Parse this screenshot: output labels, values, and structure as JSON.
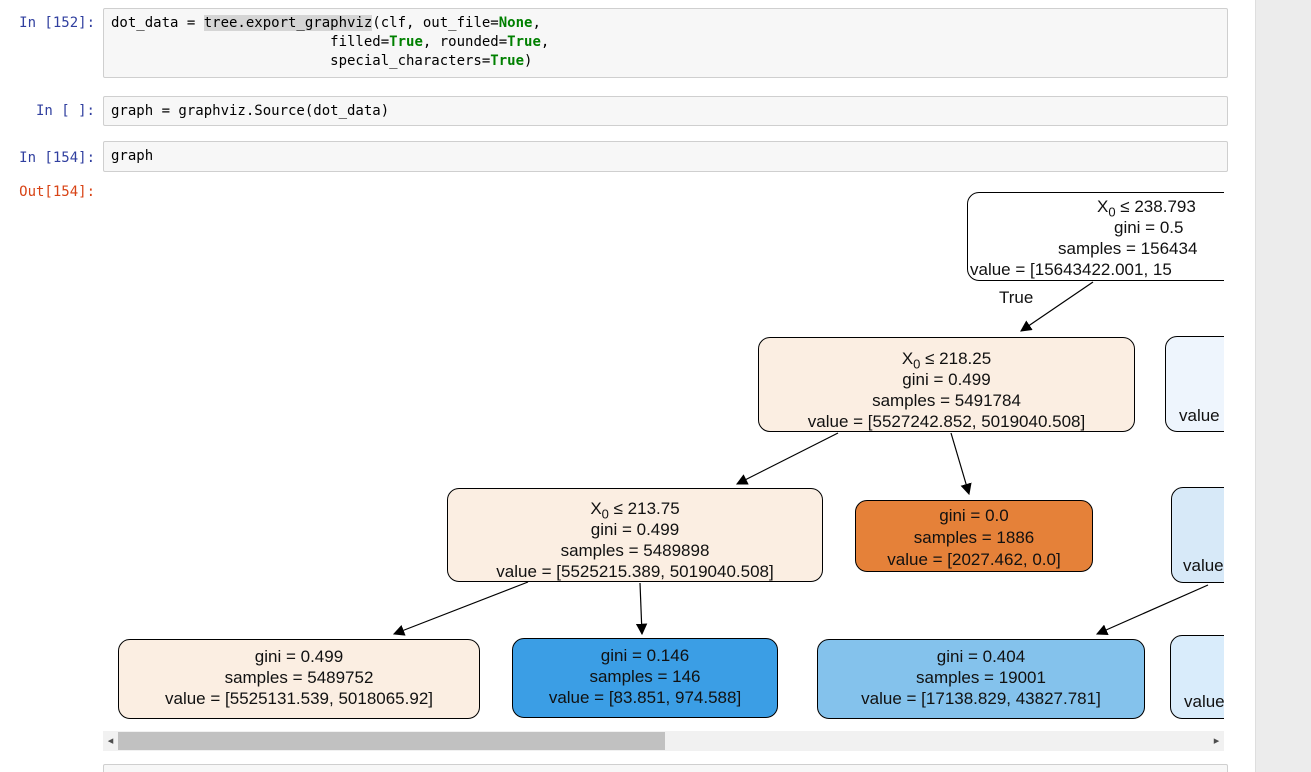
{
  "cells": [
    {
      "prompt": "In [152]:",
      "lines": [
        [
          {
            "t": "dot_data = "
          },
          {
            "t": "tree.export_graphviz",
            "s": "hl"
          },
          {
            "t": "(clf, out_file="
          },
          {
            "t": "None",
            "s": "kw"
          },
          {
            "t": ","
          }
        ],
        [
          {
            "t": "                          filled="
          },
          {
            "t": "True",
            "s": "kw"
          },
          {
            "t": ", rounded="
          },
          {
            "t": "True",
            "s": "kw"
          },
          {
            "t": ","
          }
        ],
        [
          {
            "t": "                          special_characters="
          },
          {
            "t": "True",
            "s": "kw"
          },
          {
            "t": ")"
          }
        ]
      ]
    },
    {
      "prompt": "In [ ]:",
      "lines": [
        [
          {
            "t": "graph = graphviz.Source(dot_data)"
          }
        ]
      ]
    },
    {
      "prompt": "In [154]:",
      "lines": [
        [
          {
            "t": "graph"
          }
        ]
      ]
    }
  ],
  "out_prompt": "Out[154]:",
  "colors": {
    "leaf_orange": "#e58139",
    "node_blue": "#3b9ee5",
    "node_blue_light": "#84c2ec",
    "node_peach": "#fbeee2",
    "node_blue_pale": "#eef5fd",
    "node_blue_soft": "#d7e9f8",
    "node_blue_softer": "#d9ecfb",
    "prompt_in": "#303f9f",
    "prompt_out": "#d84315",
    "keyword_green": "#008000"
  },
  "tree": {
    "true_label": "True",
    "nodes": {
      "root": {
        "fill": "#ffffff",
        "line1_x": "X",
        "line1_sub": "0",
        "line1_rest": " ≤ 238.793",
        "line2": "gini = 0.5",
        "line3": "samples = 156434",
        "line4": "value = [15643422.001, 15"
      },
      "l2": {
        "fill": "#fbeee2",
        "line1_x": "X",
        "line1_sub": "0",
        "line1_rest": " ≤ 218.25",
        "line2": "gini = 0.499",
        "line3": "samples = 5491784",
        "line4": "value = [5527242.852, 5019040.508]"
      },
      "l2r": {
        "fill": "#eef5fd",
        "line_value": "value"
      },
      "l3": {
        "fill": "#fbeee2",
        "line1_x": "X",
        "line1_sub": "0",
        "line1_rest": " ≤ 213.75",
        "line2": "gini = 0.499",
        "line3": "samples = 5489898",
        "line4": "value = [5525215.389, 5019040.508]"
      },
      "leaf_orange": {
        "fill": "#e58139",
        "line1": "gini = 0.0",
        "line2": "samples = 1886",
        "line3": "value = [2027.462, 0.0]"
      },
      "l3r": {
        "fill": "#d7e9f8",
        "line_value": "value"
      },
      "b1": {
        "fill": "#fbeee2",
        "line1": "gini = 0.499",
        "line2": "samples = 5489752",
        "line3": "value = [5525131.539, 5018065.92]"
      },
      "b2": {
        "fill": "#3b9ee5",
        "line1": "gini = 0.146",
        "line2": "samples = 146",
        "line3": "value = [83.851, 974.588]"
      },
      "b3": {
        "fill": "#84c2ec",
        "line1": "gini = 0.404",
        "line2": "samples = 19001",
        "line3": "value = [17138.829, 43827.781]"
      },
      "b4": {
        "fill": "#d9ecfb",
        "line_value": "value"
      }
    }
  },
  "scrollbar": {
    "left_icon": "◂",
    "right_icon": "▸"
  }
}
